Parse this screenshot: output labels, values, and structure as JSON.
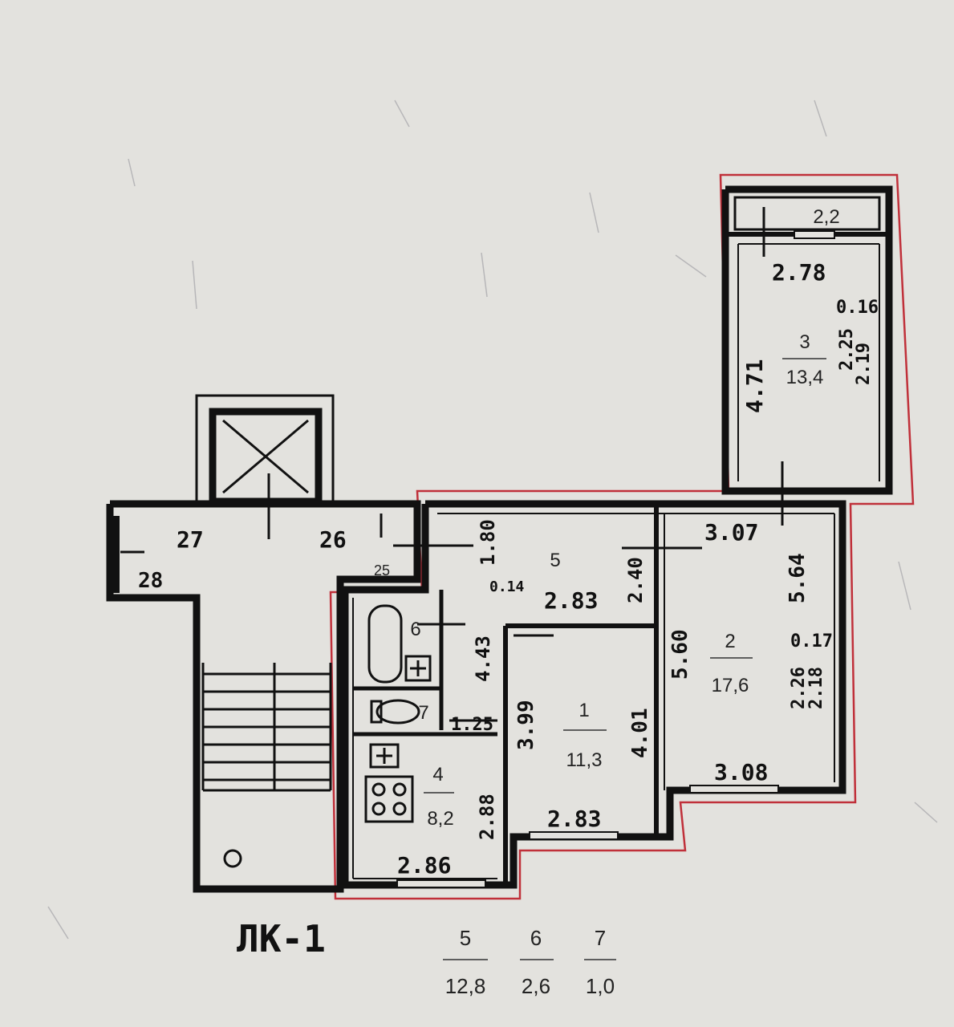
{
  "section_label": "ЛК-1",
  "rooms": [
    {
      "id": "1",
      "area": "11,3"
    },
    {
      "id": "2",
      "area": "17,6"
    },
    {
      "id": "3",
      "area": "13,4"
    },
    {
      "id": "4",
      "area": "8,2"
    },
    {
      "id": "5"
    },
    {
      "id": "6"
    },
    {
      "id": "7"
    }
  ],
  "balcony_area": "2,2",
  "corridor_numbers": [
    "27",
    "26",
    "25",
    "28"
  ],
  "dimensions": {
    "r3_top": "2.78",
    "r3_left": "4.71",
    "r3_right_a": "0.16",
    "r3_right_b": "2.25",
    "r3_right_c": "2.19",
    "r5_left": "1.80",
    "r5_left_b": "0.14",
    "r5_right": "2.40",
    "r5_bottom": "2.83",
    "r2_top": "3.07",
    "r2_right_a": "5.64",
    "r2_right_b": "0.17",
    "r2_right_c": "2.26",
    "r2_right_d": "2.18",
    "r2_left": "5.60",
    "r2_bottom": "3.08",
    "r1_left": "3.99",
    "r1_right": "4.01",
    "r1_bottom": "2.83",
    "r6_right": "4.43",
    "r7_right": "1.25",
    "r4_right": "2.88",
    "r4_bottom": "2.86"
  },
  "legend": [
    {
      "room": "5",
      "area": "12,8"
    },
    {
      "room": "6",
      "area": "2,6"
    },
    {
      "room": "7",
      "area": "1,0"
    }
  ]
}
